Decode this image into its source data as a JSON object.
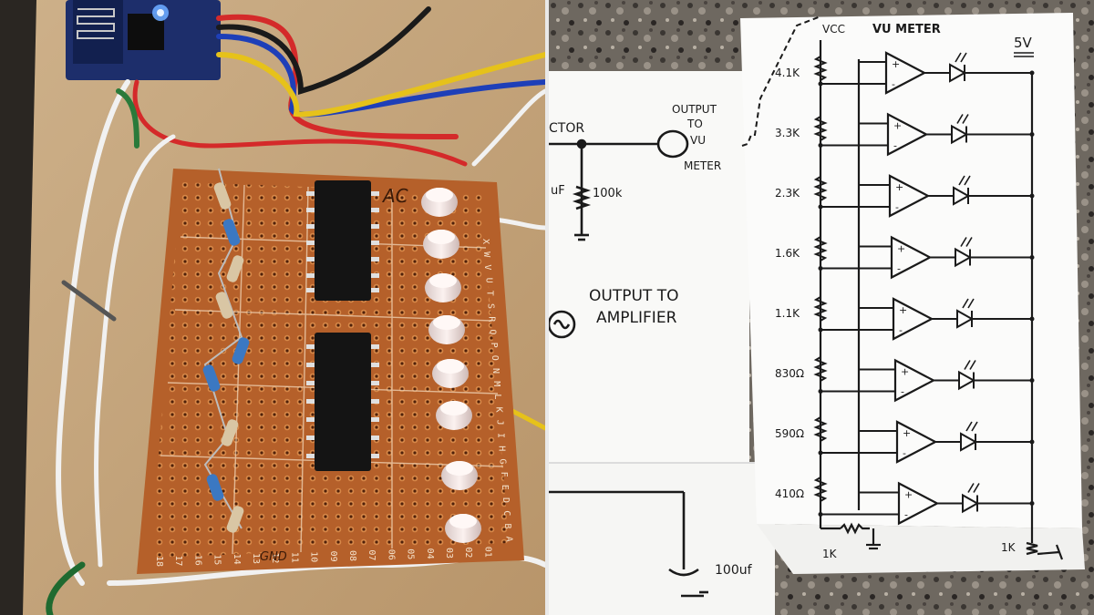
{
  "schematic": {
    "vcc_label": "VCC",
    "title": "VU METER",
    "supply": "5V",
    "ladder_resistors": [
      "4.1K",
      "3.3K",
      "2.3K",
      "1.6K",
      "1.1K",
      "830Ω",
      "590Ω",
      "410Ω"
    ],
    "bottom_resistor": "1K",
    "led_resistor": "1K"
  },
  "sheet": {
    "connector_text": "CTOR",
    "output_vu_line1": "OUTPUT",
    "output_vu_line2": "TO",
    "output_vu_line3": "VU",
    "output_vu_line4": "METER",
    "cap_label": "uF",
    "res_label": "100k",
    "amp_line1": "OUTPUT TO",
    "amp_line2": "AMPLIFIER",
    "bottom_cap": "100uf"
  },
  "board": {
    "row_letters": [
      "X",
      "W",
      "V",
      "U",
      "T",
      "S",
      "R",
      "Q",
      "P",
      "O",
      "N",
      "M",
      "L",
      "K",
      "J",
      "I",
      "H",
      "G",
      "F",
      "E",
      "D",
      "C",
      "B",
      "A"
    ],
    "col_numbers": [
      "18",
      "17",
      "16",
      "15",
      "14",
      "13",
      "12",
      "11",
      "10",
      "09",
      "08",
      "07",
      "06",
      "05",
      "04",
      "03",
      "02",
      "01"
    ],
    "corner_label": "AC",
    "gnd_label": "GND"
  }
}
